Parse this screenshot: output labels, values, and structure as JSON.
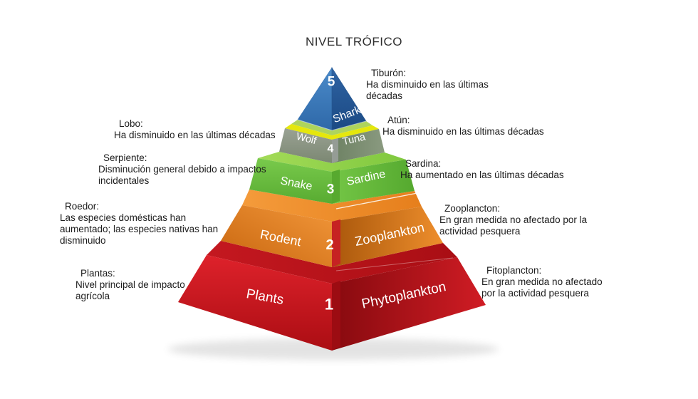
{
  "title": "NIVEL TRÓFICO",
  "pyramid": {
    "levels": [
      {
        "number": "1",
        "left_label": "Plants",
        "right_label": "Phytoplankton",
        "left_color": "#d6202a",
        "right_color": "#9c0c12",
        "top_color": "#bc151c"
      },
      {
        "number": "2",
        "left_label": "Rodent",
        "right_label": "Zooplankton",
        "left_color": "#ef8d28",
        "right_color": "#b35f0e",
        "top_color": "#f0932f",
        "front_edge_color": "#c62222"
      },
      {
        "number": "3",
        "left_label": "Snake",
        "right_label": "Sardine",
        "left_color": "#6cc145",
        "right_color": "#63bb3a",
        "top_color": "#8ed150"
      },
      {
        "number": "4",
        "left_label": "Wolf",
        "right_label": "Tuna",
        "left_color": "#8f9988",
        "right_color": "#7e9478",
        "top_color_inner": "#aed45c",
        "top_color_outer": "#e5e70c"
      },
      {
        "number": "5",
        "right_label": "Shark",
        "left_color": "#3d7dbd",
        "right_color": "#275a99",
        "number_color": "#17406e"
      }
    ]
  },
  "annotations": {
    "left": [
      {
        "name": "Lobo:",
        "text": "Ha disminuido en las últimas décadas"
      },
      {
        "name": "Serpiente:",
        "text": "Disminución general debido a impactos incidentales"
      },
      {
        "name": "Roedor:",
        "text": "Las especies domésticas han aumentado; las especies nativas han disminuido"
      },
      {
        "name": "Plantas:",
        "text": "Nivel principal de impacto agrícola"
      }
    ],
    "right": [
      {
        "name": "Tiburón:",
        "text": "Ha disminuido en las últimas décadas"
      },
      {
        "name": "Atún:",
        "text": "Ha disminuido en las últimas décadas"
      },
      {
        "name": "Sardina:",
        "text": "Ha aumentado en las últimas décadas"
      },
      {
        "name": "Zooplancton:",
        "text": "En gran medida no afectado por la actividad pesquera"
      },
      {
        "name": "Fitoplancton:",
        "text": "En gran medida no afectado por la actividad pesquera"
      }
    ]
  }
}
